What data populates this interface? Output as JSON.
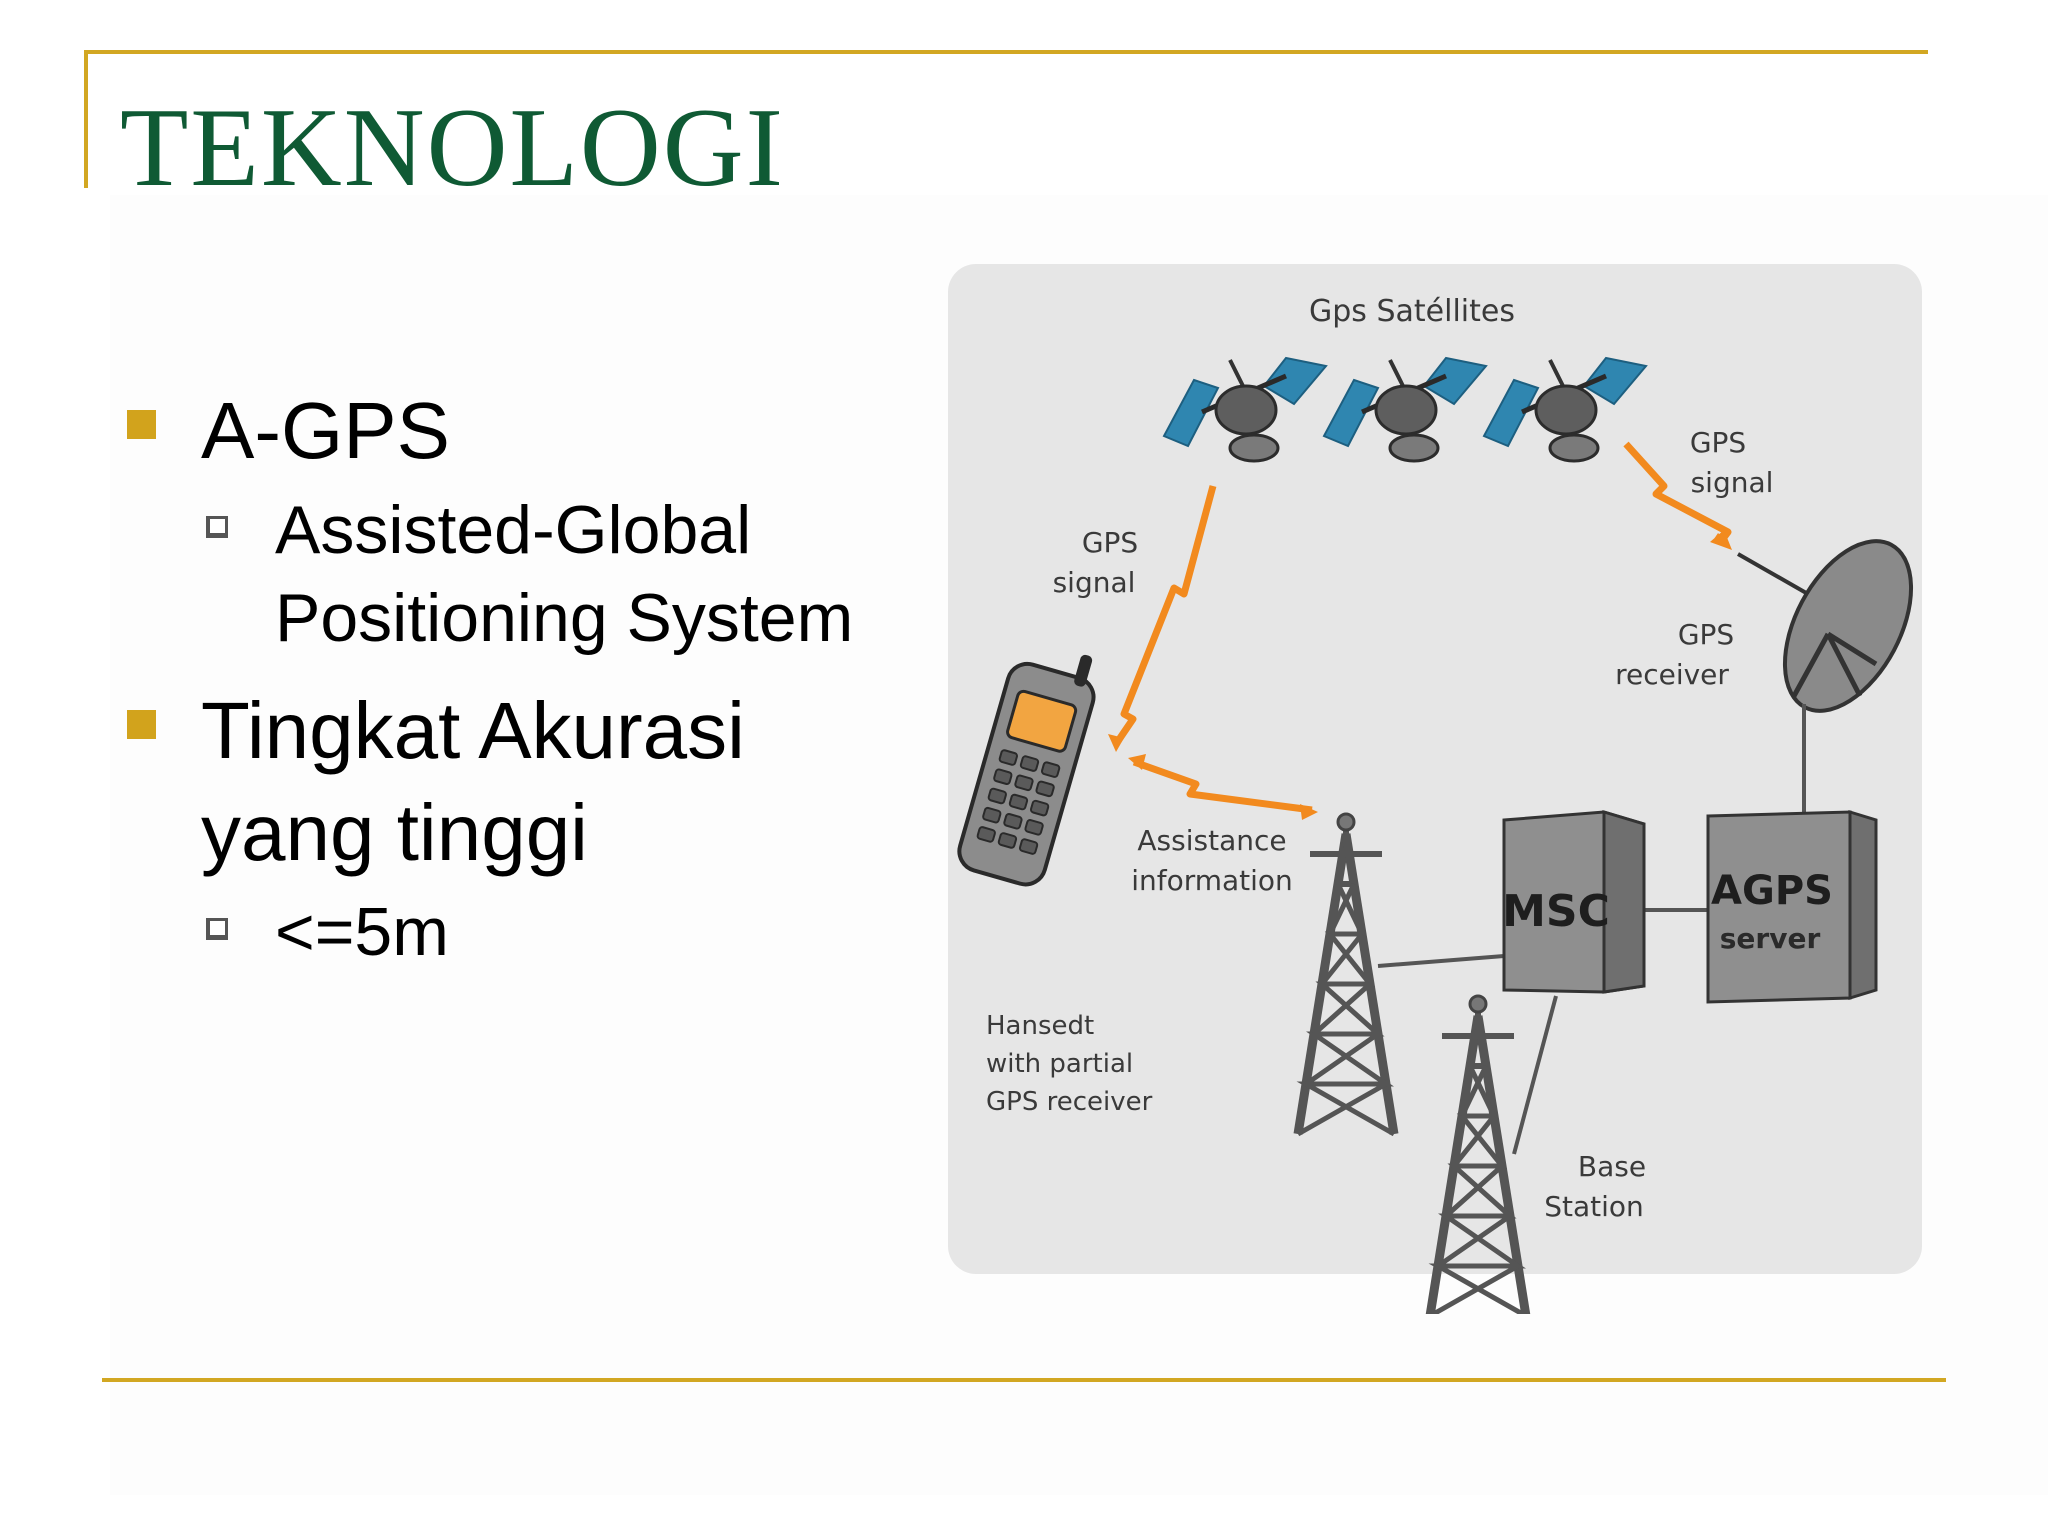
{
  "slide": {
    "title": "TEKNOLOGI",
    "accent_color": "#d2a722",
    "title_color": "#0f5a34",
    "bullets": [
      {
        "label": "A-GPS",
        "sub": [
          "Assisted-Global Positioning System"
        ]
      },
      {
        "label": "Tingkat Akurasi yang tinggi",
        "sub": [
          "<=5m"
        ]
      }
    ]
  },
  "diagram": {
    "satellites_label": "Gps Satéllites",
    "gps_signal_left": [
      "GPS",
      "signal"
    ],
    "gps_signal_right": [
      "GPS",
      "signal"
    ],
    "gps_receiver": [
      "GPS",
      "receiver"
    ],
    "assistance": [
      "Assistance",
      "information"
    ],
    "handset": [
      "Hansedt",
      "with partial",
      "GPS receiver"
    ],
    "msc": "MSC",
    "agps": [
      "AGPS",
      "server"
    ],
    "base_station": [
      "Base",
      "Station"
    ],
    "signal_color": "#f28a1e",
    "panel_color": "#e6e6e6"
  }
}
